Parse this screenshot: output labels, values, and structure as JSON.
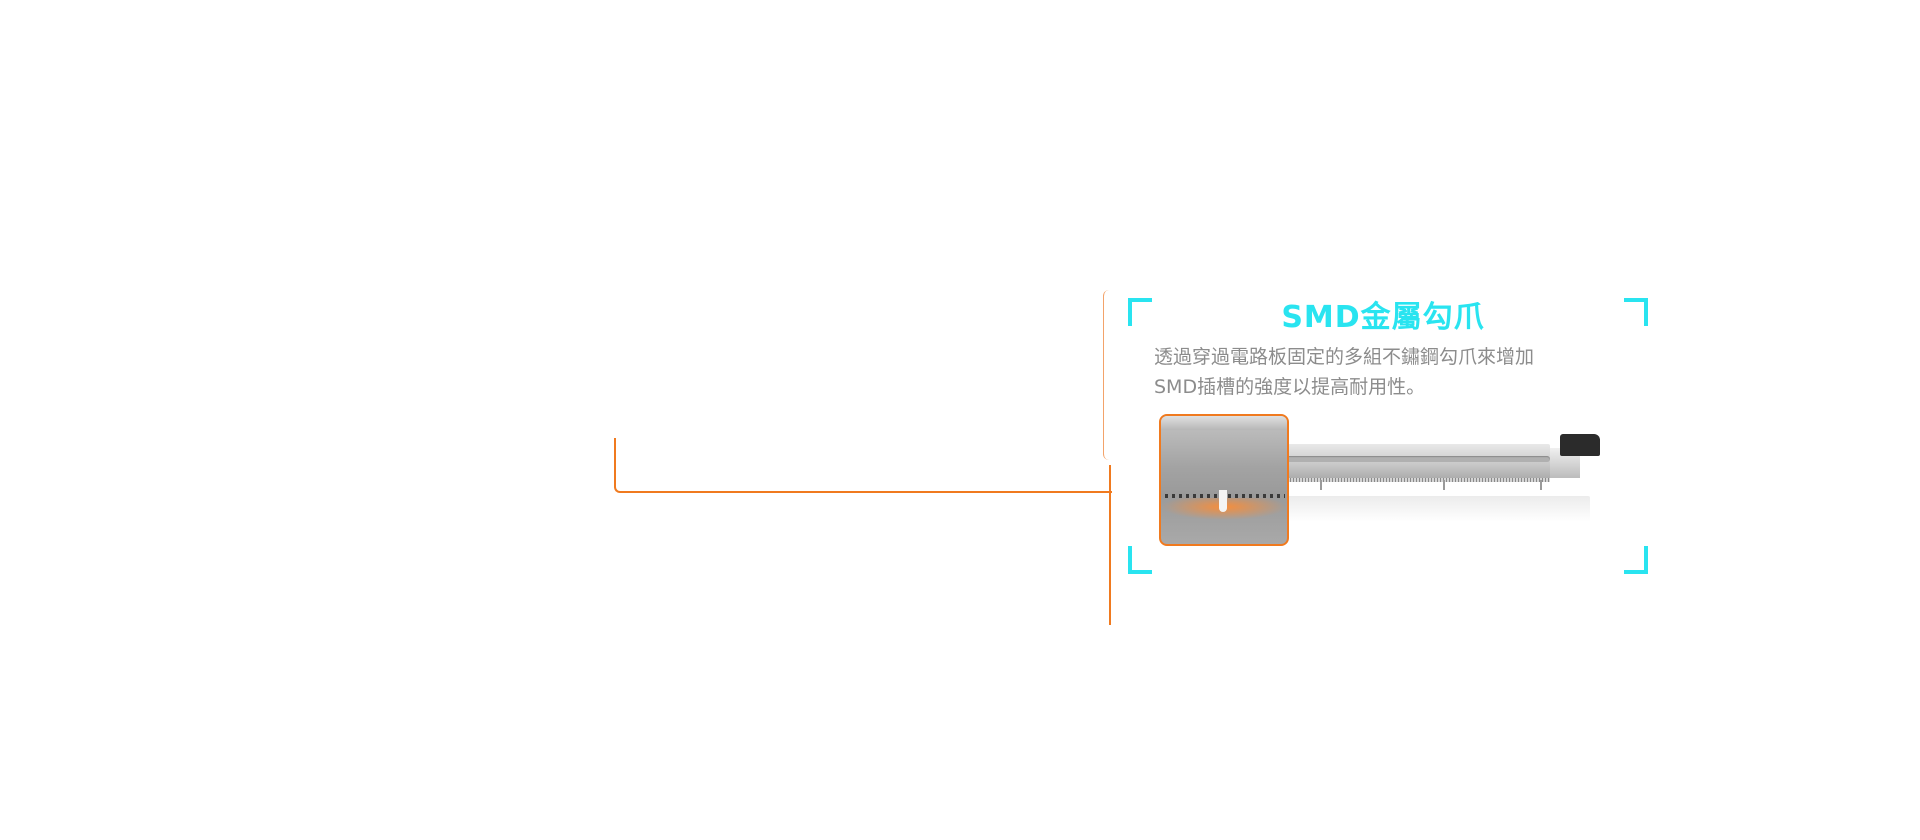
{
  "feature": {
    "title": "SMD金屬勾爪",
    "description_line1": "透過穿過電路板固定的多組不鏽鋼勾爪來增加",
    "description_line2": "SMD插槽的強度以提高耐用性。"
  },
  "colors": {
    "accent_cyan": "#29e4f0",
    "accent_orange": "#f07a1f",
    "text_gray": "#8c8c8c"
  }
}
